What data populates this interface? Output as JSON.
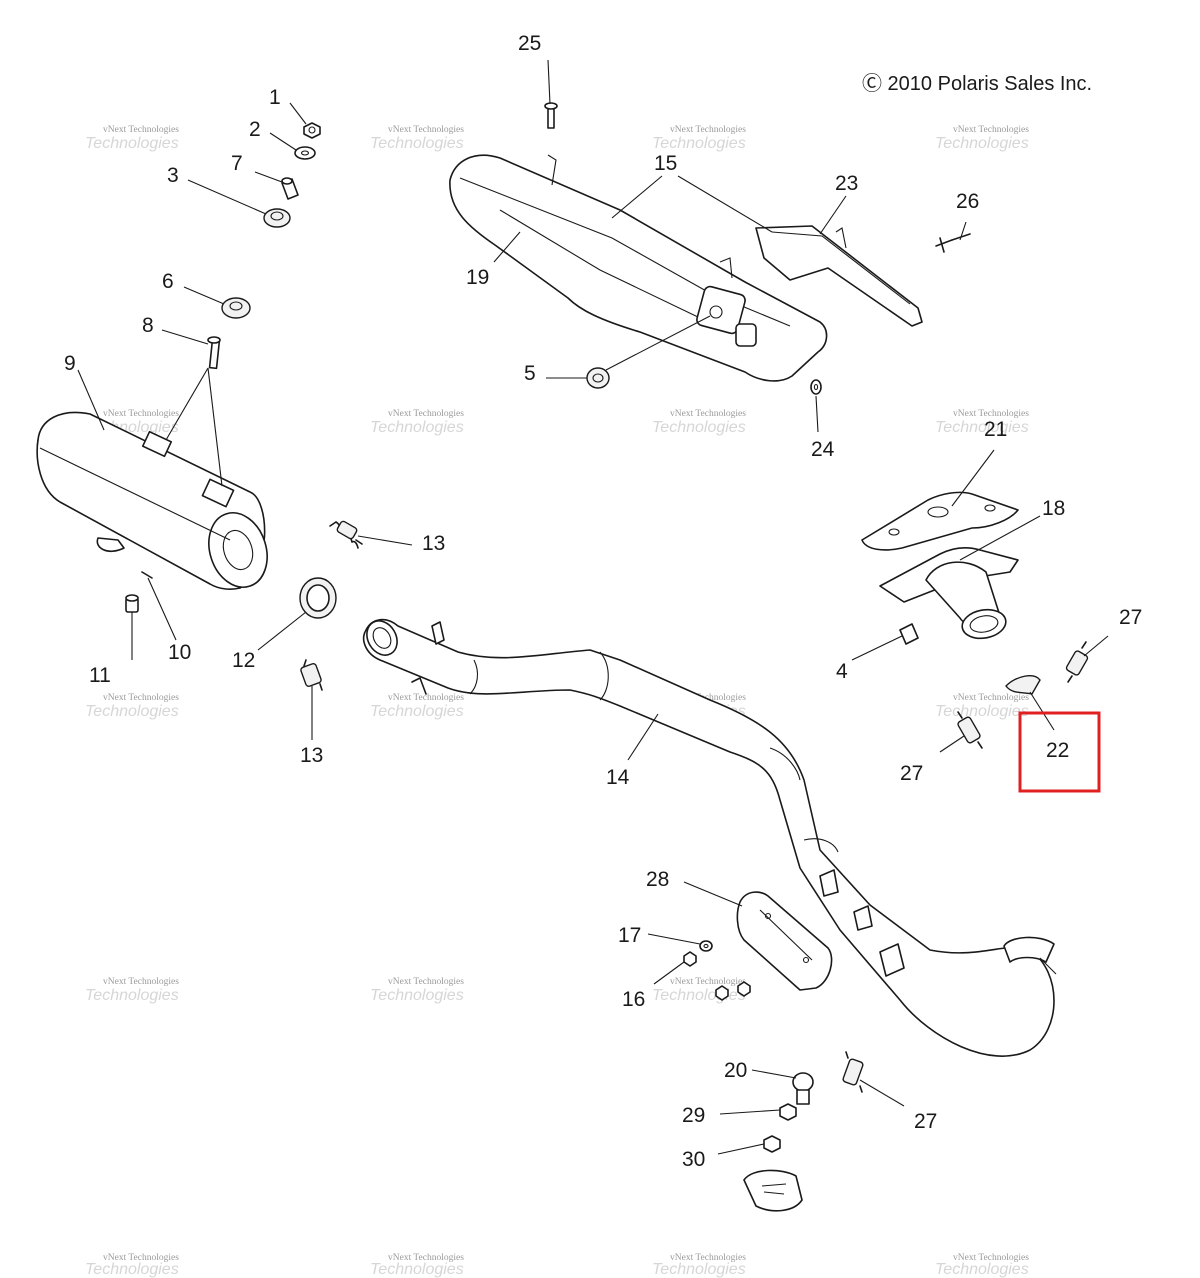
{
  "copyright": "Ⓒ 2010 Polaris Sales Inc.",
  "watermark": {
    "line1": "vNext Technologies",
    "line2": "Technologies"
  },
  "callouts": {
    "c1": "1",
    "c2": "2",
    "c3": "3",
    "c4": "4",
    "c5": "5",
    "c6": "6",
    "c7": "7",
    "c8": "8",
    "c9": "9",
    "c10": "10",
    "c11": "11",
    "c12": "12",
    "c13": "13",
    "c14": "14",
    "c15": "15",
    "c16": "16",
    "c17": "17",
    "c18": "18",
    "c19": "19",
    "c20": "20",
    "c21": "21",
    "c22": "22",
    "c23": "23",
    "c24": "24",
    "c25": "25",
    "c26": "26",
    "c27": "27",
    "c28": "28",
    "c29": "29",
    "c30": "30"
  },
  "highlight": {
    "part": "22",
    "color": "#e02020"
  }
}
